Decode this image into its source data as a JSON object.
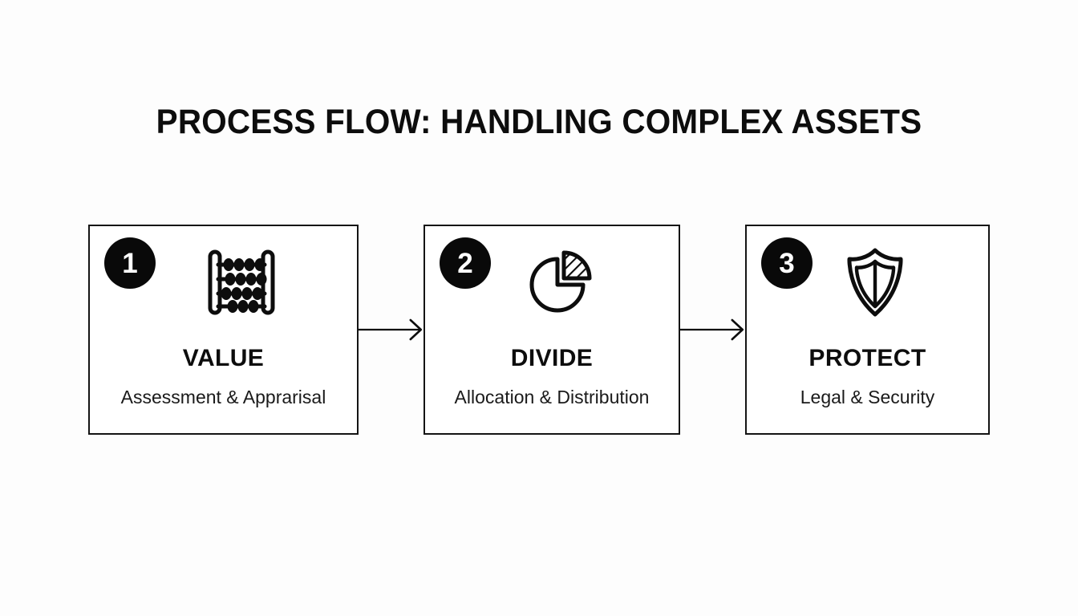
{
  "slide": {
    "title": "PROCESS FLOW: HANDLING COMPLEX ASSETS",
    "background_color": "#fdfdfd",
    "ink_color": "#111111",
    "badge_color": "#090909",
    "badge_text_color": "#ffffff"
  },
  "steps": [
    {
      "number": "1",
      "icon": "abacus-icon",
      "heading": "VALUE",
      "subtitle": "Assessment & Apprarisal"
    },
    {
      "number": "2",
      "icon": "pie-chart-exploded-icon",
      "heading": "DIVIDE",
      "subtitle": "Allocation & Distribution"
    },
    {
      "number": "3",
      "icon": "shield-icon",
      "heading": "PROTECT",
      "subtitle": "Legal & Security"
    }
  ],
  "connectors": [
    {
      "icon": "arrow-right-icon"
    },
    {
      "icon": "arrow-right-icon"
    }
  ]
}
